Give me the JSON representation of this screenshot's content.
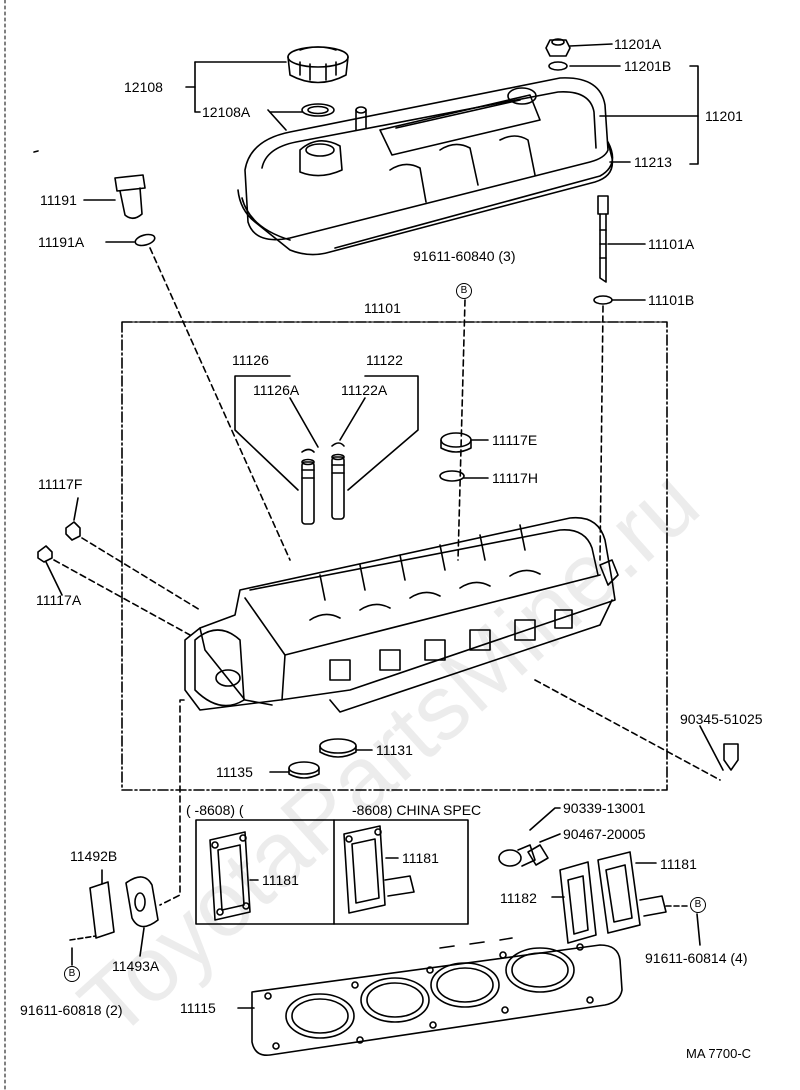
{
  "diagram_code": "MA 7700-C",
  "watermark": "ToyotaPartsMine.ru",
  "variants": {
    "left": "(          -8608) (",
    "right": "-8608) CHINA SPEC"
  },
  "labels": {
    "p12108": "12108",
    "p12108A": "12108A",
    "p11201A": "11201A",
    "p11201B": "11201B",
    "p11201": "11201",
    "p11213": "11213",
    "p11191": "11191",
    "p11191A": "11191A",
    "p91611_60840": "91611-60840 (3)",
    "p11101A": "11101A",
    "p11101B": "11101B",
    "p11101": "11101",
    "p11126": "11126",
    "p11126A": "11126A",
    "p11122": "11122",
    "p11122A": "11122A",
    "p11117E": "11117E",
    "p11117H": "11117H",
    "p11117F": "11117F",
    "p11117A": "11117A",
    "p90345_51025": "90345-51025",
    "p11131": "11131",
    "p11135": "11135",
    "p90339_13001": "90339-13001",
    "p90467_20005": "90467-20005",
    "p11181_a": "11181",
    "p11181_b": "11181",
    "p11181_c": "11181",
    "p11182": "11182",
    "p11492B": "11492B",
    "p11493A": "11493A",
    "p91611_60814": "91611-60814 (4)",
    "p91611_60818": "91611-60818 (2)",
    "p11115": "11115",
    "circle_b": "B"
  }
}
